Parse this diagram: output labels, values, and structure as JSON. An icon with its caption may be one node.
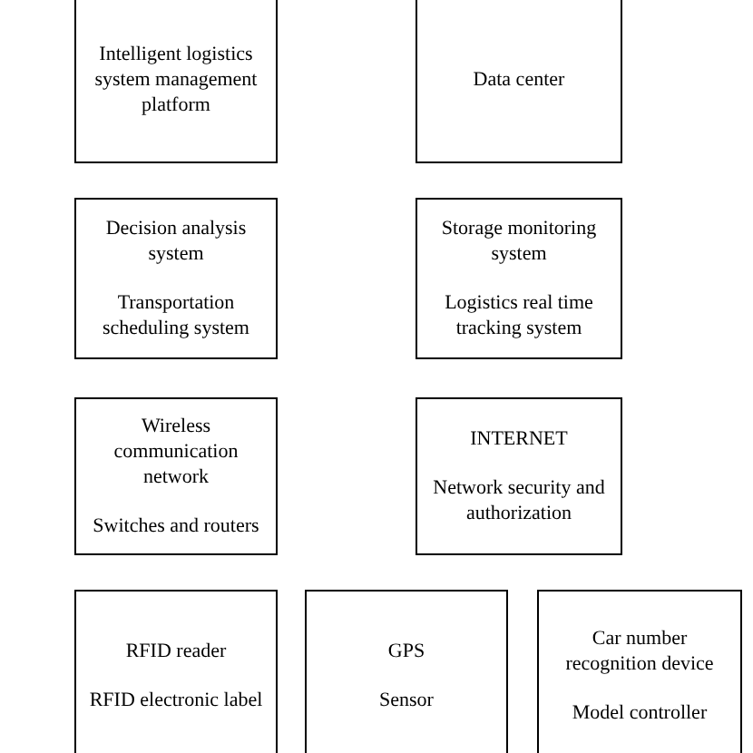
{
  "diagram": {
    "nodes": [
      {
        "text": [
          "Intelligent logistics system management platform"
        ]
      },
      {
        "text": [
          "Data center"
        ]
      },
      {
        "text": [
          "Decision analysis system",
          "Transportation scheduling system"
        ]
      },
      {
        "text": [
          "Storage monitoring system",
          "Logistics real time tracking system"
        ]
      },
      {
        "text": [
          "Wireless communication network",
          "Switches and routers"
        ]
      },
      {
        "text": [
          "INTERNET",
          "Network security and authorization"
        ]
      },
      {
        "text": [
          "RFID reader",
          "RFID electronic label"
        ]
      },
      {
        "text": [
          "GPS",
          "Sensor"
        ]
      },
      {
        "text": [
          "Car number recognition device",
          "Model controller"
        ]
      }
    ]
  }
}
